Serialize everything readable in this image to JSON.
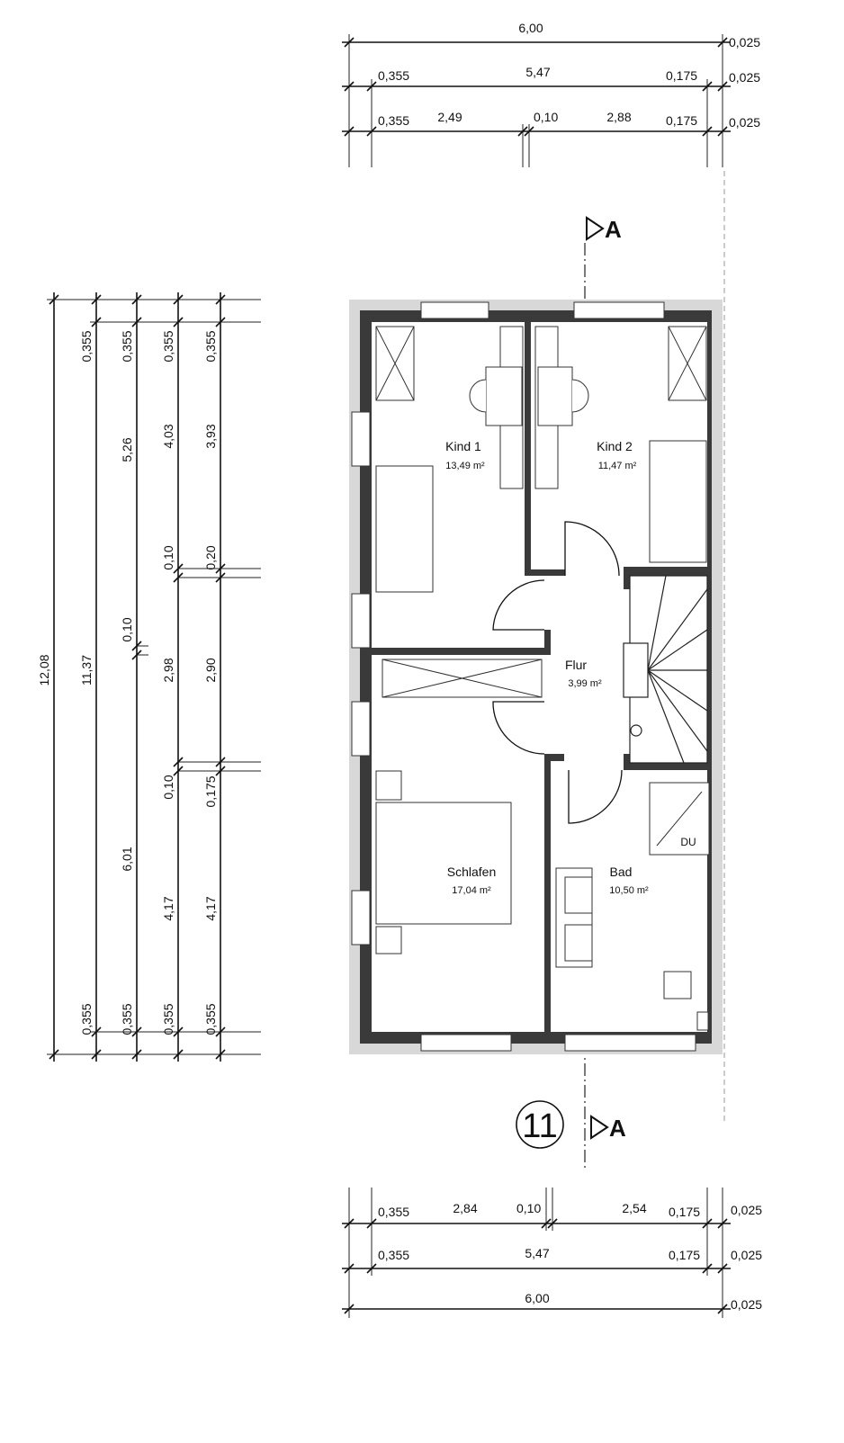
{
  "plan": {
    "sheet_number": "11",
    "section_marker": "A",
    "rooms": [
      {
        "name": "Kind 1",
        "area": "13,49 m²"
      },
      {
        "name": "Kind 2",
        "area": "11,47 m²"
      },
      {
        "name": "Flur",
        "area": "3,99 m²"
      },
      {
        "name": "Schlafen",
        "area": "17,04 m²"
      },
      {
        "name": "Bad",
        "area": "10,50 m²"
      }
    ],
    "shower_label": "DU"
  },
  "dims": {
    "top": {
      "row1": [
        "6,00",
        "0,025"
      ],
      "row2": [
        "0,355",
        "5,47",
        "0,175",
        "0,025"
      ],
      "row3": [
        "0,355",
        "2,49",
        "0,10",
        "2,88",
        "0,175",
        "0,025"
      ]
    },
    "bottom": {
      "row1": [
        "0,355",
        "2,84",
        "0,10",
        "2,54",
        "0,175",
        "0,025"
      ],
      "row2": [
        "0,355",
        "5,47",
        "0,175",
        "0,025"
      ],
      "row3": [
        "6,00",
        "0,025"
      ]
    },
    "left": {
      "col1": [
        "12,08"
      ],
      "col2": [
        "0,355",
        "11,37",
        "0,355"
      ],
      "col3": [
        "0,355",
        "5,26",
        "0,10",
        "6,01",
        "0,355"
      ],
      "col4": [
        "0,355",
        "4,03",
        "0,10",
        "2,98",
        "0,10",
        "4,17",
        "0,355"
      ],
      "col5": [
        "0,355",
        "3,93",
        "0,20",
        "2,90",
        "0,175",
        "4,17",
        "0,355"
      ]
    }
  }
}
